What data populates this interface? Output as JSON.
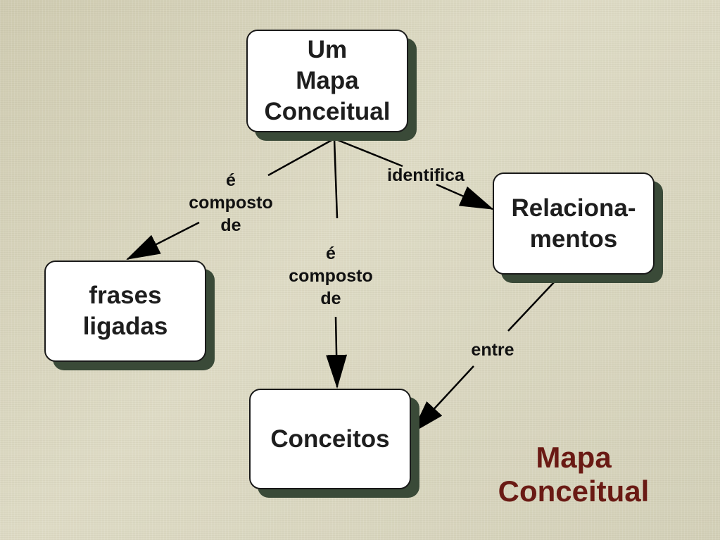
{
  "nodes": {
    "main": "Um\nMapa\nConceitual",
    "relacionamentos": "Relaciona-\nmentos",
    "frases": "frases\nligadas",
    "conceitos": "Conceitos"
  },
  "links": {
    "left": "é\ncomposto\nde",
    "center": "é\ncomposto\nde",
    "identifica": "identifica",
    "entre": "entre"
  },
  "title": "Mapa\nConceitual",
  "colors": {
    "background": "#d8d5bd",
    "box_fill": "#ffffff",
    "box_shadow": "#3a4a38",
    "line": "#000000",
    "title": "#6a1a14"
  }
}
